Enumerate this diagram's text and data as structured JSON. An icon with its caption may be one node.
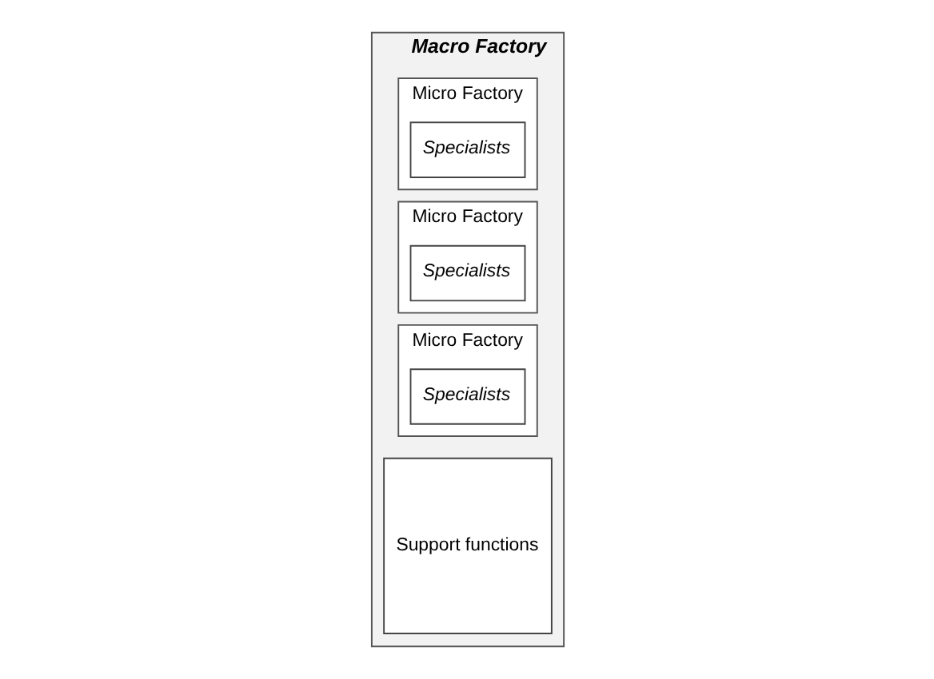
{
  "diagram": {
    "nodes": [
      {
        "text": [
          "Macro Factory"
        ]
      },
      {
        "text": [
          "Support functions"
        ],
        "in": 0
      },
      {
        "text": [
          "Micro Factory"
        ],
        "in": 0
      },
      {
        "text": [
          "Specialists"
        ],
        "in": 2
      },
      {
        "text": [
          "Micro Factory"
        ],
        "in": 0
      },
      {
        "text": [
          "Specialists"
        ],
        "in": 4
      },
      {
        "text": [
          "Micro Factory"
        ],
        "in": 0
      },
      {
        "text": [
          "Specialists"
        ],
        "in": 6
      }
    ],
    "edges": []
  }
}
